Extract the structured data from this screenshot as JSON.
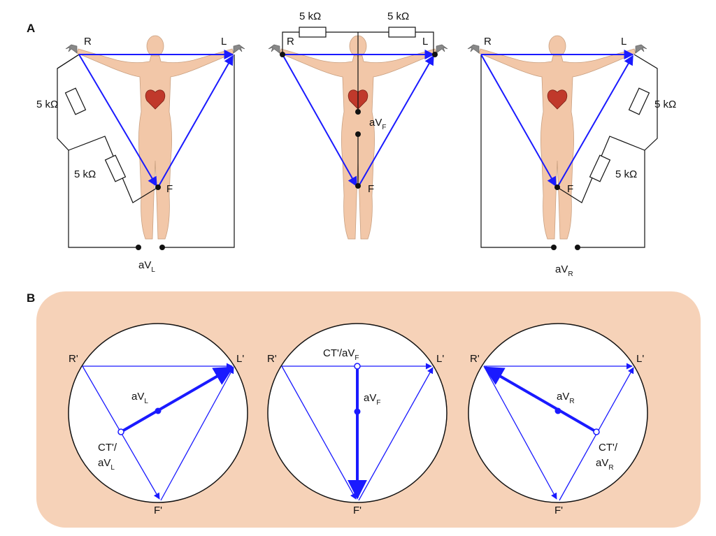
{
  "panel_a": {
    "label": "A",
    "diagrams": [
      {
        "r": "R",
        "l": "L",
        "f": "F",
        "res1": "5 kΩ",
        "res2": "5 kΩ",
        "out_main": "aV",
        "out_sub": "L"
      },
      {
        "r": "R",
        "l": "L",
        "f": "F",
        "res1": "5 kΩ",
        "res2": "5 kΩ",
        "out_main": "aV",
        "out_sub": "F"
      },
      {
        "r": "R",
        "l": "L",
        "f": "F",
        "res1": "5 kΩ",
        "res2": "5 kΩ",
        "out_main": "aV",
        "out_sub": "R"
      }
    ]
  },
  "panel_b": {
    "label": "B",
    "diagrams": [
      {
        "r": "R'",
        "l": "L'",
        "f": "F'",
        "vec_main": "aV",
        "vec_sub": "L",
        "ct_line1": "CT'/",
        "ct_line2_main": "aV",
        "ct_line2_sub": "L"
      },
      {
        "r": "R'",
        "l": "L'",
        "f": "F'",
        "vec_main": "aV",
        "vec_sub": "F",
        "ct_main": "CT'/aV",
        "ct_sub": "F"
      },
      {
        "r": "R'",
        "l": "L'",
        "f": "F'",
        "vec_main": "aV",
        "vec_sub": "R",
        "ct_line1": "CT'/",
        "ct_line2_main": "aV",
        "ct_line2_sub": "R"
      }
    ]
  },
  "colors": {
    "vector": "#1a1aff",
    "body": "#f2c7a8",
    "heart": "#c0392b",
    "panel_bg": "#f6d2b8",
    "wire": "#111111"
  }
}
